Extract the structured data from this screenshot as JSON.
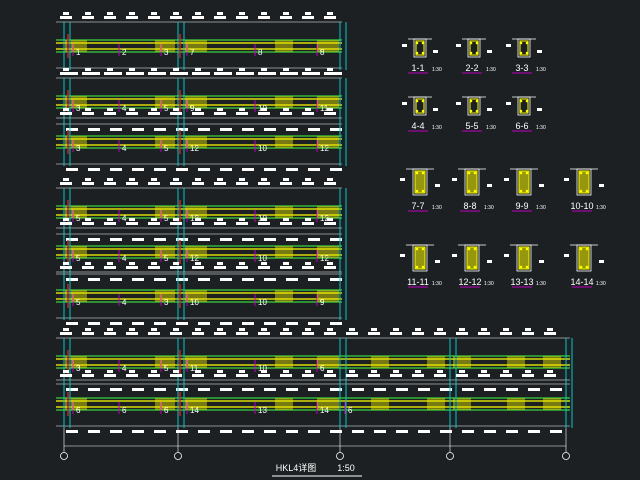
{
  "drawing": {
    "title": "HKL4详图",
    "scale": "1:50"
  },
  "beams": [
    {
      "row": "beam-row-1",
      "labels": [
        "1",
        "2",
        "3",
        "7",
        "8",
        "8"
      ]
    },
    {
      "row": "beam-row-2",
      "labels": [
        "3",
        "4",
        "5",
        "9",
        "10",
        "11"
      ]
    },
    {
      "row": "beam-row-3",
      "labels": [
        "3",
        "4",
        "5",
        "12",
        "10",
        "12"
      ]
    },
    {
      "row": "beam-row-4",
      "labels": [
        "5",
        "4",
        "5",
        "12",
        "10",
        "12"
      ]
    },
    {
      "row": "beam-row-5",
      "labels": [
        "5",
        "4",
        "5",
        "12",
        "10",
        "12"
      ]
    },
    {
      "row": "beam-row-6",
      "labels": [
        "5",
        "4",
        "3",
        "10",
        "10",
        "9"
      ]
    },
    {
      "row": "beam-row-7",
      "labels": [
        "3",
        "4",
        "5",
        "11",
        "10",
        "6"
      ]
    },
    {
      "row": "beam-row-8",
      "labels": [
        "6",
        "6",
        "6",
        "14",
        "13",
        "14",
        "6"
      ]
    }
  ],
  "sections": [
    {
      "label": "1-1",
      "scale": "1:30"
    },
    {
      "label": "2-2",
      "scale": "1:30"
    },
    {
      "label": "3-3",
      "scale": "1:30"
    },
    {
      "label": "4-4",
      "scale": "1:30"
    },
    {
      "label": "5-5",
      "scale": "1:30"
    },
    {
      "label": "6-6",
      "scale": "1:30"
    },
    {
      "label": "7-7",
      "scale": "1:30"
    },
    {
      "label": "8-8",
      "scale": "1:30"
    },
    {
      "label": "9-9",
      "scale": "1:30"
    },
    {
      "label": "10-10",
      "scale": "1:30"
    },
    {
      "label": "11-11",
      "scale": "1:30"
    },
    {
      "label": "12-12",
      "scale": "1:30"
    },
    {
      "label": "13-13",
      "scale": "1:30"
    },
    {
      "label": "14-14",
      "scale": "1:30"
    }
  ],
  "colors": {
    "background": "#1c2023",
    "beam_line": "#ffff00",
    "stirrup": "#e8e800",
    "column": "#00c8c8",
    "column_red": "#e02020",
    "annotation": "#ffffff",
    "section_label": "#ffffff",
    "underline": "#c000c0",
    "green_bar": "#40ff40"
  }
}
